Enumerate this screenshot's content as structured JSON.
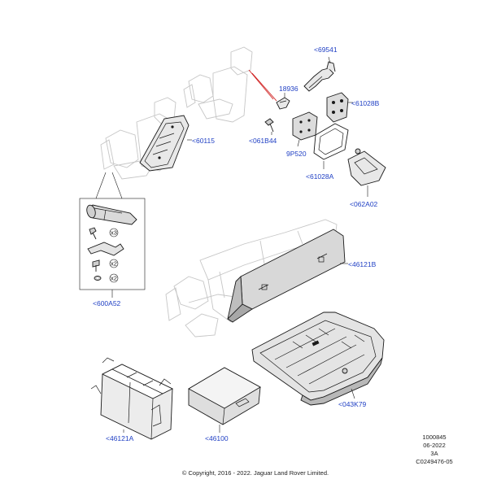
{
  "callouts": {
    "c69541": "<69541",
    "c18936": "18936",
    "c61028B": "<61028B",
    "c60115": "<60115",
    "c061B44": "<061B44",
    "c9P520": "9P520",
    "c61028A": "<61028A",
    "c062A02": "<062A02",
    "c46121B": "<46121B",
    "c600A52": "<600A52",
    "c043K79": "<043K79",
    "c46121A": "<46121A",
    "c46100": "<46100"
  },
  "quantities": {
    "q1": "x3",
    "q2": "x2",
    "q3": "x2"
  },
  "meta": {
    "code": "1000845",
    "date": "06-2022",
    "rev": "3A",
    "ref": "C0249476-05",
    "copyright": "© Copyright, 2016 - 2022. Jaguar Land Rover Limited."
  },
  "colors": {
    "callout": "#1f3fc4",
    "ghost_outline": "#c6c6c6",
    "part_fill": "#e8e8e8",
    "accent_line": "#d02020"
  }
}
